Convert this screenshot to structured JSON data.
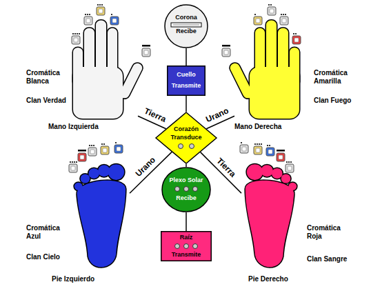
{
  "diagram": {
    "nodes": [
      {
        "text": [
          "Cromática Blanca",
          "Clan Verdad",
          "Mano Izquierda"
        ]
      },
      {
        "text": [
          "Corona",
          "Recibe"
        ]
      },
      {
        "text": [
          "Cromática Amarilla",
          "Clan Fuego",
          "Mano Derecha"
        ]
      },
      {
        "text": [
          "Cuello",
          "Transmite"
        ]
      },
      {
        "text": [
          "Corazón",
          "Transduce"
        ]
      },
      {
        "text": [
          "Cromática Azul",
          "Clan Cielo",
          "Pie Izquierdo"
        ]
      },
      {
        "text": [
          "Plexo Solar",
          "Recibe"
        ]
      },
      {
        "text": [
          "Cromática Roja",
          "Clan Sangre",
          "Pie Derecho"
        ]
      },
      {
        "text": [
          "Raíz",
          "Transmite"
        ]
      }
    ],
    "edges": [
      {
        "from": 1,
        "to": 3,
        "arrow": "none"
      },
      {
        "from": 3,
        "to": 4,
        "arrow": "none"
      },
      {
        "from": 4,
        "to": 6,
        "arrow": "none"
      },
      {
        "from": 6,
        "to": 8,
        "arrow": "none"
      },
      {
        "from": 0,
        "to": 4,
        "label": "Tierra",
        "arrow": "none"
      },
      {
        "from": 2,
        "to": 4,
        "label": "Urano",
        "arrow": "none"
      },
      {
        "from": 5,
        "to": 4,
        "label": "Urano",
        "arrow": "none"
      },
      {
        "from": 7,
        "to": 4,
        "label": "Tierra",
        "arrow": "none"
      }
    ]
  }
}
